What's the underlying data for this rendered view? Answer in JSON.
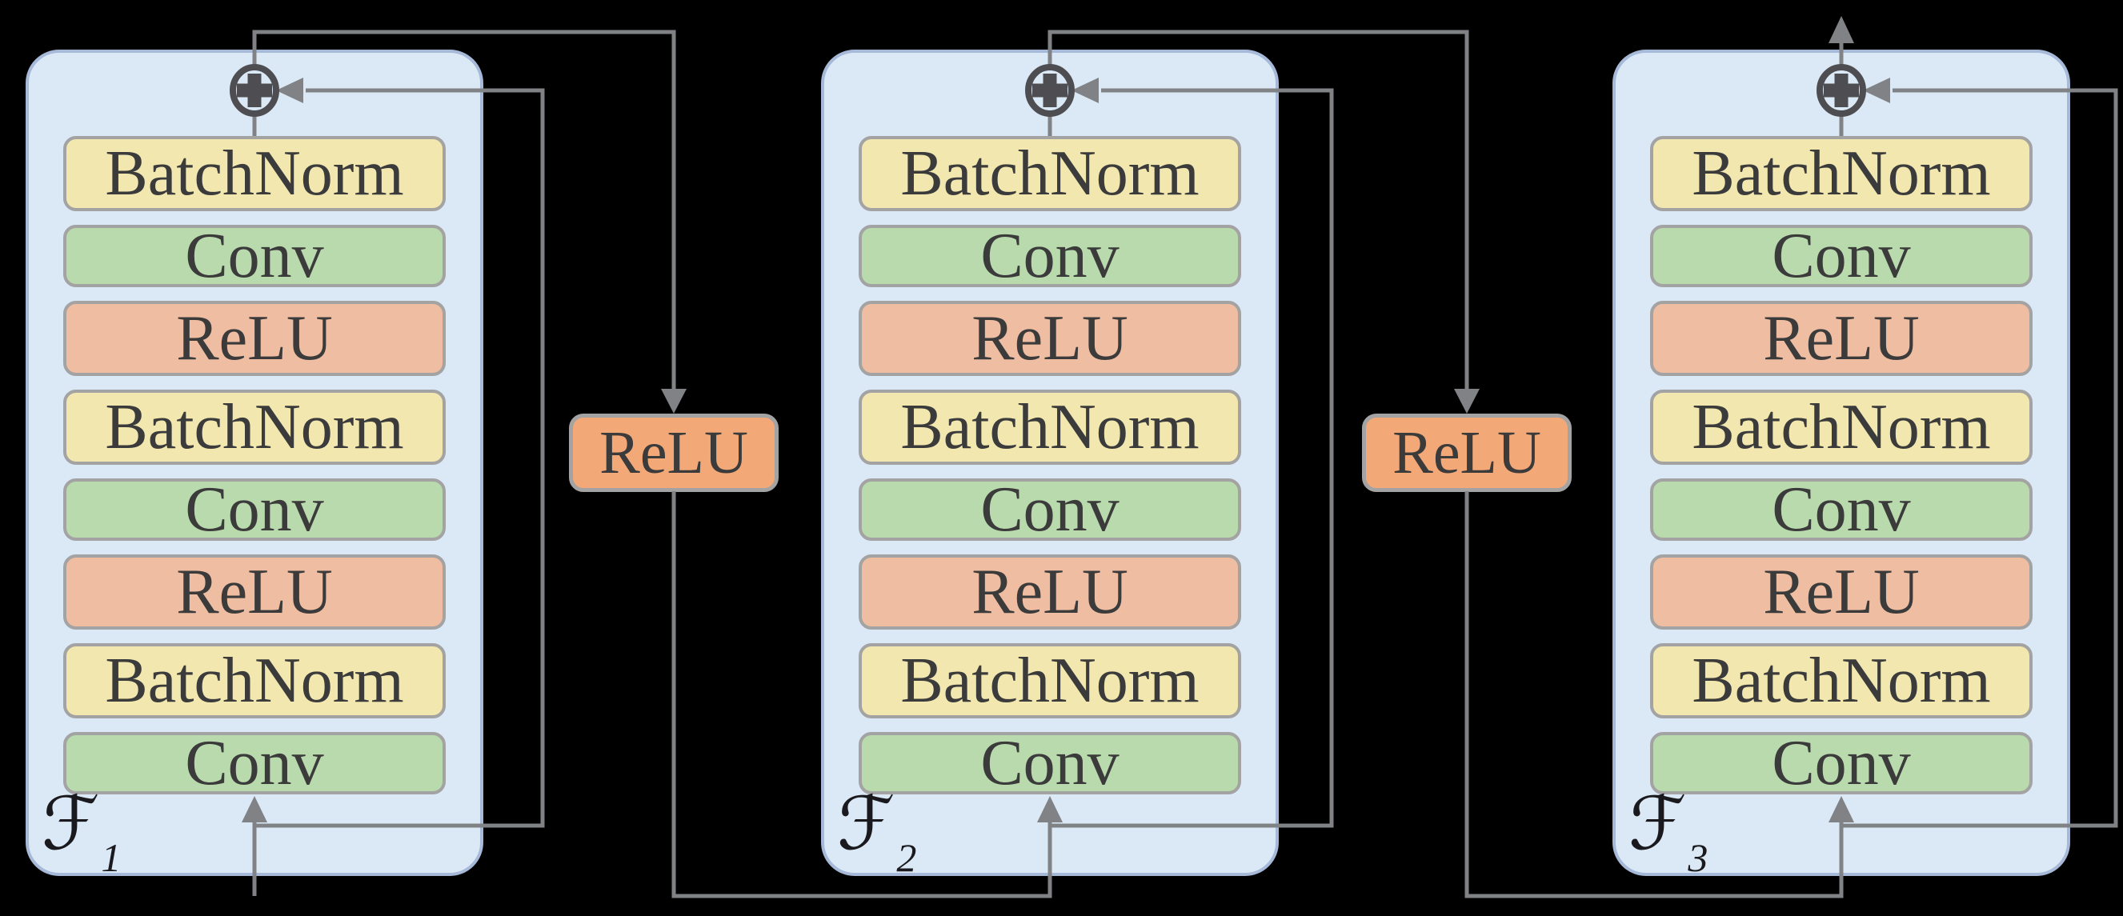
{
  "diagram": {
    "type": "neural-network residual blocks (pre-activation ResNet style)",
    "blocks": [
      {
        "id": "F1",
        "label_f": "ℱ",
        "label_sub": "1",
        "layers": [
          "BatchNorm",
          "Conv",
          "ReLU",
          "BatchNorm",
          "Conv",
          "ReLU",
          "BatchNorm",
          "Conv"
        ]
      },
      {
        "id": "F2",
        "label_f": "ℱ",
        "label_sub": "2",
        "layers": [
          "BatchNorm",
          "Conv",
          "ReLU",
          "BatchNorm",
          "Conv",
          "ReLU",
          "BatchNorm",
          "Conv"
        ]
      },
      {
        "id": "F3",
        "label_f": "ℱ",
        "label_sub": "3",
        "layers": [
          "BatchNorm",
          "Conv",
          "ReLU",
          "BatchNorm",
          "Conv",
          "ReLU",
          "BatchNorm",
          "Conv"
        ]
      }
    ],
    "connectors": [
      {
        "id": "relu-between-1-2",
        "label": "ReLU"
      },
      {
        "id": "relu-between-2-3",
        "label": "ReLU"
      }
    ],
    "merge_symbol": "⊕",
    "colors": {
      "background": "#000000",
      "block_fill": "#DBE9F6",
      "block_border": "#A6B9D8",
      "batchnorm_fill": "#F1E7AF",
      "conv_fill": "#B9DAAC",
      "relu_layer_fill": "#EFBDA1",
      "relu_connector_fill": "#F3A877",
      "box_border": "#A3A3A3",
      "wire": "#808285",
      "add_node": "#4E4E52",
      "text": "#3B3B3B"
    }
  }
}
